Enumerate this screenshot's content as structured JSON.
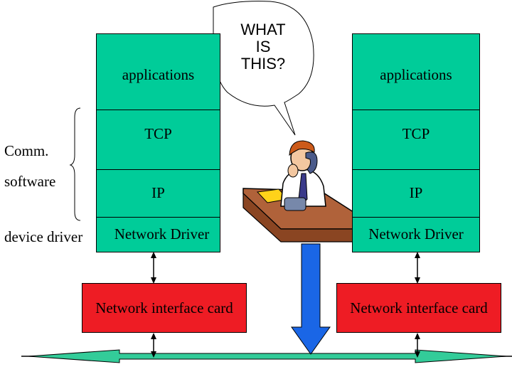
{
  "side_labels": {
    "comm": "Comm.",
    "software": "software",
    "device_driver": "device driver"
  },
  "left_stack": {
    "applications": "applications",
    "tcp": "TCP",
    "ip": "IP",
    "network_driver": "Network Driver",
    "nic": "Network interface card"
  },
  "right_stack": {
    "applications": "applications",
    "tcp": "TCP",
    "ip": "IP",
    "network_driver": "Network Driver",
    "nic": "Network interface card"
  },
  "bubble": {
    "line1": "WHAT",
    "line2": "IS",
    "line3": "THIS?"
  },
  "colors": {
    "layer": "#00cc99",
    "nic": "#ee1c24",
    "arrow_down": "#1a66e6",
    "bus": "#33cc99"
  },
  "icons": {
    "person": "person-at-desk-on-phone-icon"
  }
}
